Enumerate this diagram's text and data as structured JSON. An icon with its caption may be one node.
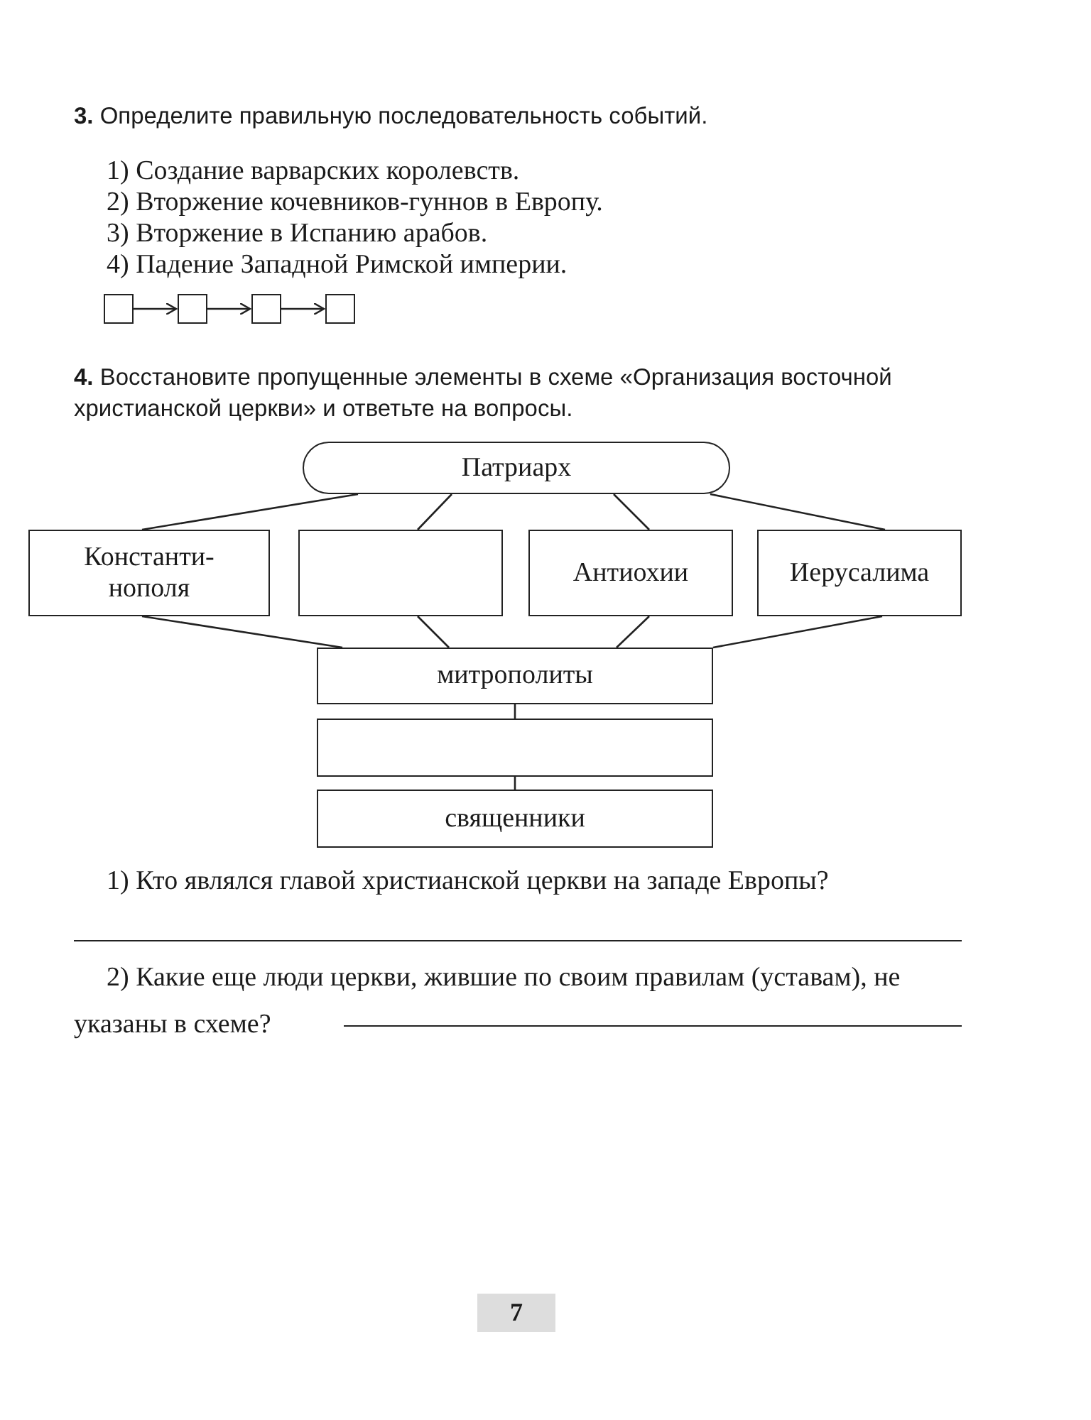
{
  "diagram": {
    "nodes": [
      {
        "text": [],
        "shape": "box"
      },
      {
        "text": [],
        "shape": "box"
      },
      {
        "text": [],
        "shape": "box"
      },
      {
        "text": [],
        "shape": "box"
      },
      {
        "text": [
          "Патриарх"
        ]
      },
      {
        "text": [
          "Константи-нополя"
        ]
      },
      {
        "text": [],
        "shape": "box"
      },
      {
        "text": [
          "Антиохии"
        ]
      },
      {
        "text": [
          "Иерусалима"
        ]
      },
      {
        "text": [
          "митрополиты"
        ]
      },
      {
        "text": [],
        "shape": "box"
      },
      {
        "text": [
          "священники"
        ]
      }
    ],
    "edges": [
      {
        "from": 0,
        "to": 1,
        "arrow": "to"
      },
      {
        "from": 1,
        "to": 2,
        "arrow": "to"
      },
      {
        "from": 2,
        "to": 3,
        "arrow": "to"
      },
      {
        "from": 4,
        "to": 5,
        "arrow": "none"
      },
      {
        "from": 4,
        "to": 6,
        "arrow": "none"
      },
      {
        "from": 4,
        "to": 7,
        "arrow": "none"
      },
      {
        "from": 4,
        "to": 8,
        "arrow": "none"
      },
      {
        "from": 5,
        "to": 9,
        "arrow": "none"
      },
      {
        "from": 6,
        "to": 9,
        "arrow": "none"
      },
      {
        "from": 7,
        "to": 9,
        "arrow": "none"
      },
      {
        "from": 8,
        "to": 9,
        "arrow": "none"
      },
      {
        "from": 9,
        "to": 10,
        "arrow": "none"
      },
      {
        "from": 10,
        "to": 11,
        "arrow": "none"
      }
    ],
    "labels": [
      "**3.** Определите правильную последовательность событий.",
      "1) Создание варварских королевств.",
      "2) Вторжение кочевников-гуннов в Европу.",
      "3) Вторжение в Испанию арабов.",
      "4) Падение Западной Римской империи.",
      "**4.** Восстановите пропущенные элементы в схеме «Организация восточной христианской церкви» и ответьте на вопросы.",
      "1) Кто являлся главой христианской церкви на западе Европы?",
      "2) Какие еще люди церкви, жившие по своим правилам (уставам), не указаны в схеме?",
      "7"
    ]
  }
}
